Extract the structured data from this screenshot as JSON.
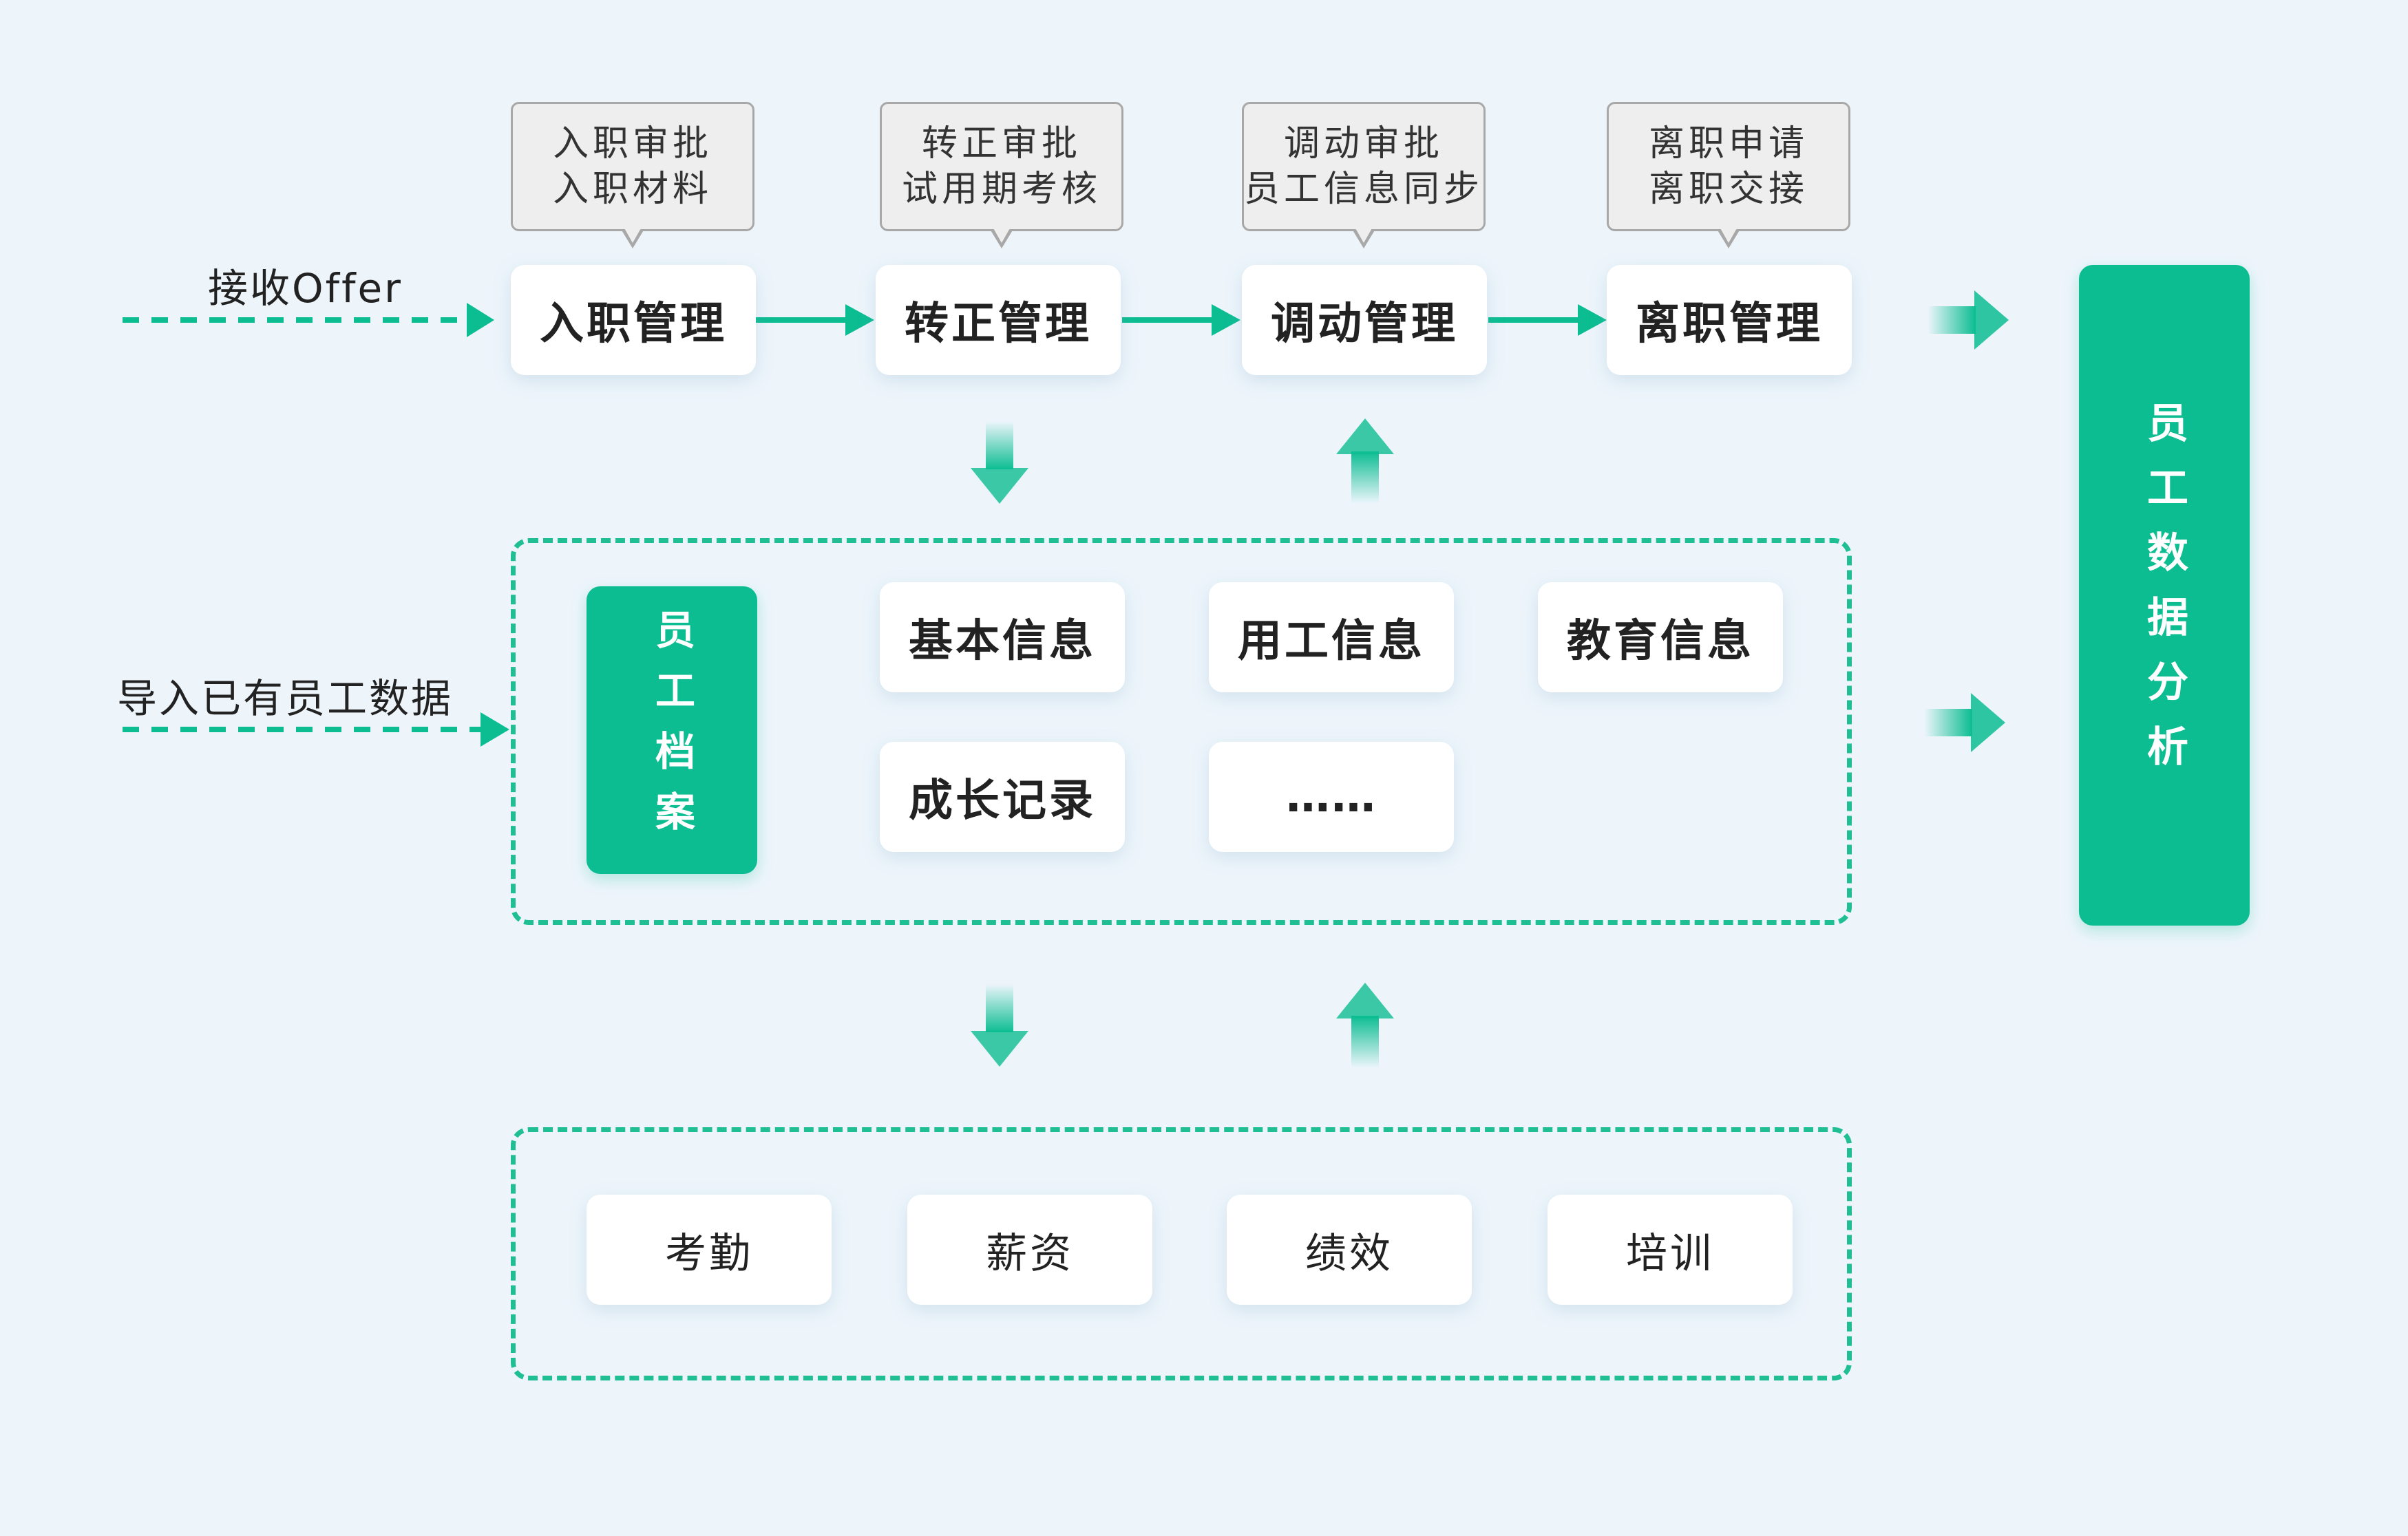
{
  "colors": {
    "accent": "#0cbd92",
    "background": "#edf5fb",
    "card": "#ffffff",
    "bubble": "#eeeeee"
  },
  "inputs": {
    "offer_label": "接收Offer",
    "import_label": "导入已有员工数据"
  },
  "process": [
    {
      "name": "入职管理",
      "note": [
        "入职审批",
        "入职材料"
      ]
    },
    {
      "name": "转正管理",
      "note": [
        "转正审批",
        "试用期考核"
      ]
    },
    {
      "name": "调动管理",
      "note": [
        "调动审批",
        "员工信息同步"
      ]
    },
    {
      "name": "离职管理",
      "note": [
        "离职申请",
        "离职交接"
      ]
    }
  ],
  "archive": {
    "title": "员工档案",
    "items": [
      "基本信息",
      "用工信息",
      "教育信息",
      "成长记录",
      "……"
    ]
  },
  "modules": [
    "考勤",
    "薪资",
    "绩效",
    "培训"
  ],
  "analysis": {
    "title": "员工数据分析"
  }
}
